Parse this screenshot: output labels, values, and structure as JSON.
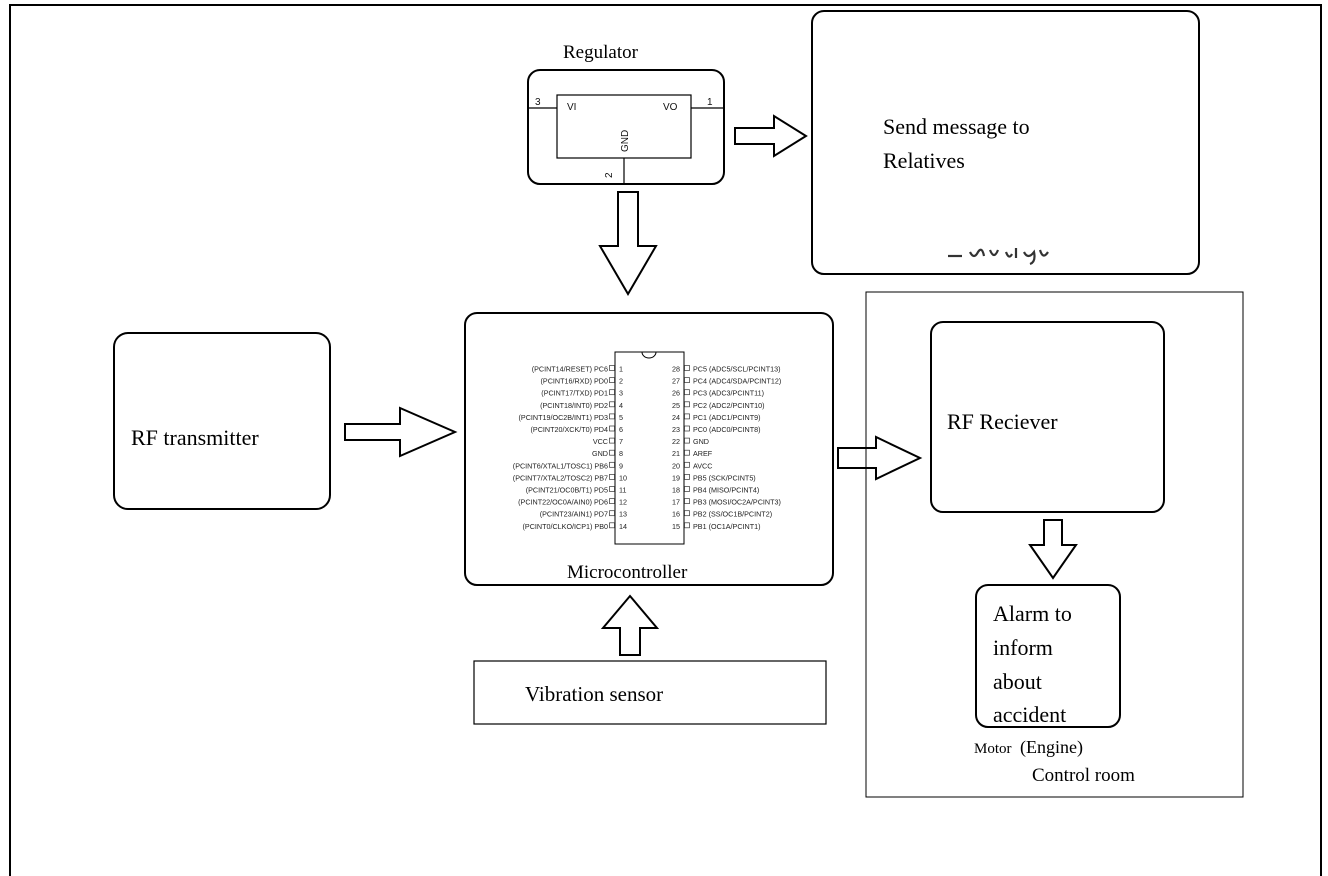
{
  "regulator": {
    "title": "Regulator",
    "pin_vi": "VI",
    "pin_vo": "VO",
    "pin_gnd": "GND",
    "pin_3": "3",
    "pin_1": "1",
    "pin_2": "2"
  },
  "message_box": {
    "line1": "Send message to",
    "line2": "Relatives"
  },
  "rf_transmitter": "RF transmitter",
  "microcontroller": {
    "label": "Microcontroller",
    "left_pins": [
      {
        "name": "(PCINT14/RESET) PC6",
        "num": "1"
      },
      {
        "name": "(PCINT16/RXD) PD0",
        "num": "2"
      },
      {
        "name": "(PCINT17/TXD) PD1",
        "num": "3"
      },
      {
        "name": "(PCINT18/INT0) PD2",
        "num": "4"
      },
      {
        "name": "(PCINT19/OC2B/INT1) PD3",
        "num": "5"
      },
      {
        "name": "(PCINT20/XCK/T0) PD4",
        "num": "6"
      },
      {
        "name": "VCC",
        "num": "7"
      },
      {
        "name": "GND",
        "num": "8"
      },
      {
        "name": "(PCINT6/XTAL1/TOSC1) PB6",
        "num": "9"
      },
      {
        "name": "(PCINT7/XTAL2/TOSC2) PB7",
        "num": "10"
      },
      {
        "name": "(PCINT21/OC0B/T1) PD5",
        "num": "11"
      },
      {
        "name": "(PCINT22/OC0A/AIN0) PD6",
        "num": "12"
      },
      {
        "name": "(PCINT23/AIN1) PD7",
        "num": "13"
      },
      {
        "name": "(PCINT0/CLKO/ICP1) PB0",
        "num": "14"
      }
    ],
    "right_pins": [
      {
        "num": "28",
        "name": "PC5 (ADC5/SCL/PCINT13)"
      },
      {
        "num": "27",
        "name": "PC4 (ADC4/SDA/PCINT12)"
      },
      {
        "num": "26",
        "name": "PC3 (ADC3/PCINT11)"
      },
      {
        "num": "25",
        "name": "PC2 (ADC2/PCINT10)"
      },
      {
        "num": "24",
        "name": "PC1 (ADC1/PCINT9)"
      },
      {
        "num": "23",
        "name": "PC0 (ADC0/PCINT8)"
      },
      {
        "num": "22",
        "name": "GND"
      },
      {
        "num": "21",
        "name": "AREF"
      },
      {
        "num": "20",
        "name": "AVCC"
      },
      {
        "num": "19",
        "name": "PB5 (SCK/PCINT5)"
      },
      {
        "num": "18",
        "name": "PB4 (MISO/PCINT4)"
      },
      {
        "num": "17",
        "name": "PB3 (MOSI/OC2A/PCINT3)"
      },
      {
        "num": "16",
        "name": "PB2 (SS/OC1B/PCINT2)"
      },
      {
        "num": "15",
        "name": "PB1 (OC1A/PCINT1)"
      }
    ]
  },
  "vibration_sensor": "Vibration sensor",
  "rf_receiver": "RF Reciever",
  "alarm": {
    "lines": [
      "Alarm to",
      "inform",
      "about",
      "accident"
    ]
  },
  "motor_label": {
    "prefix": "Motor",
    "suffix": "(Engine)"
  },
  "control_room": "Control room"
}
